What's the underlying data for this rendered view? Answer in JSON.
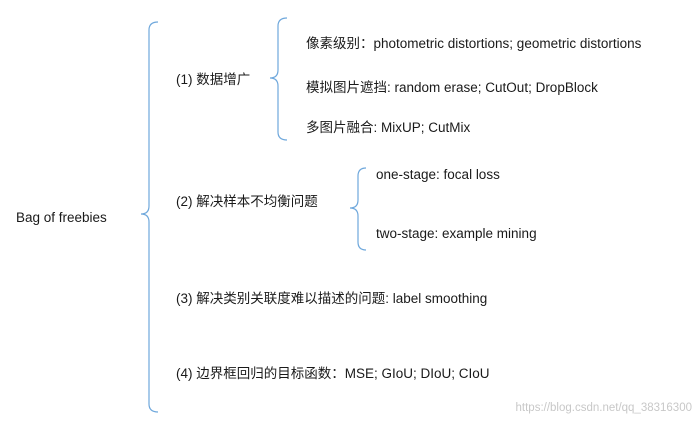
{
  "root": "Bag of freebies",
  "categories": [
    {
      "label": "(1) 数据增广"
    },
    {
      "label": "(2) 解决样本不均衡问题"
    },
    {
      "label": "(3) 解决类别关联度难以描述的问题: label smoothing"
    },
    {
      "label": "(4) 边界框回归的目标函数：MSE; GIoU; DIoU; CIoU"
    }
  ],
  "augmentation_items": [
    {
      "label": "像素级别：photometric distortions; geometric distortions"
    },
    {
      "label": "模拟图片遮挡: random erase; CutOut; DropBlock"
    },
    {
      "label": "多图片融合: MixUP; CutMix"
    }
  ],
  "imbalance_items": [
    {
      "label": "one-stage: focal loss"
    },
    {
      "label": "two-stage: example mining"
    }
  ],
  "watermark": "https://blog.csdn.net/qq_38316300",
  "colors": {
    "bracket": "#6fa8dc",
    "text": "#1a1a1a",
    "watermark": "#c8c8c8"
  }
}
